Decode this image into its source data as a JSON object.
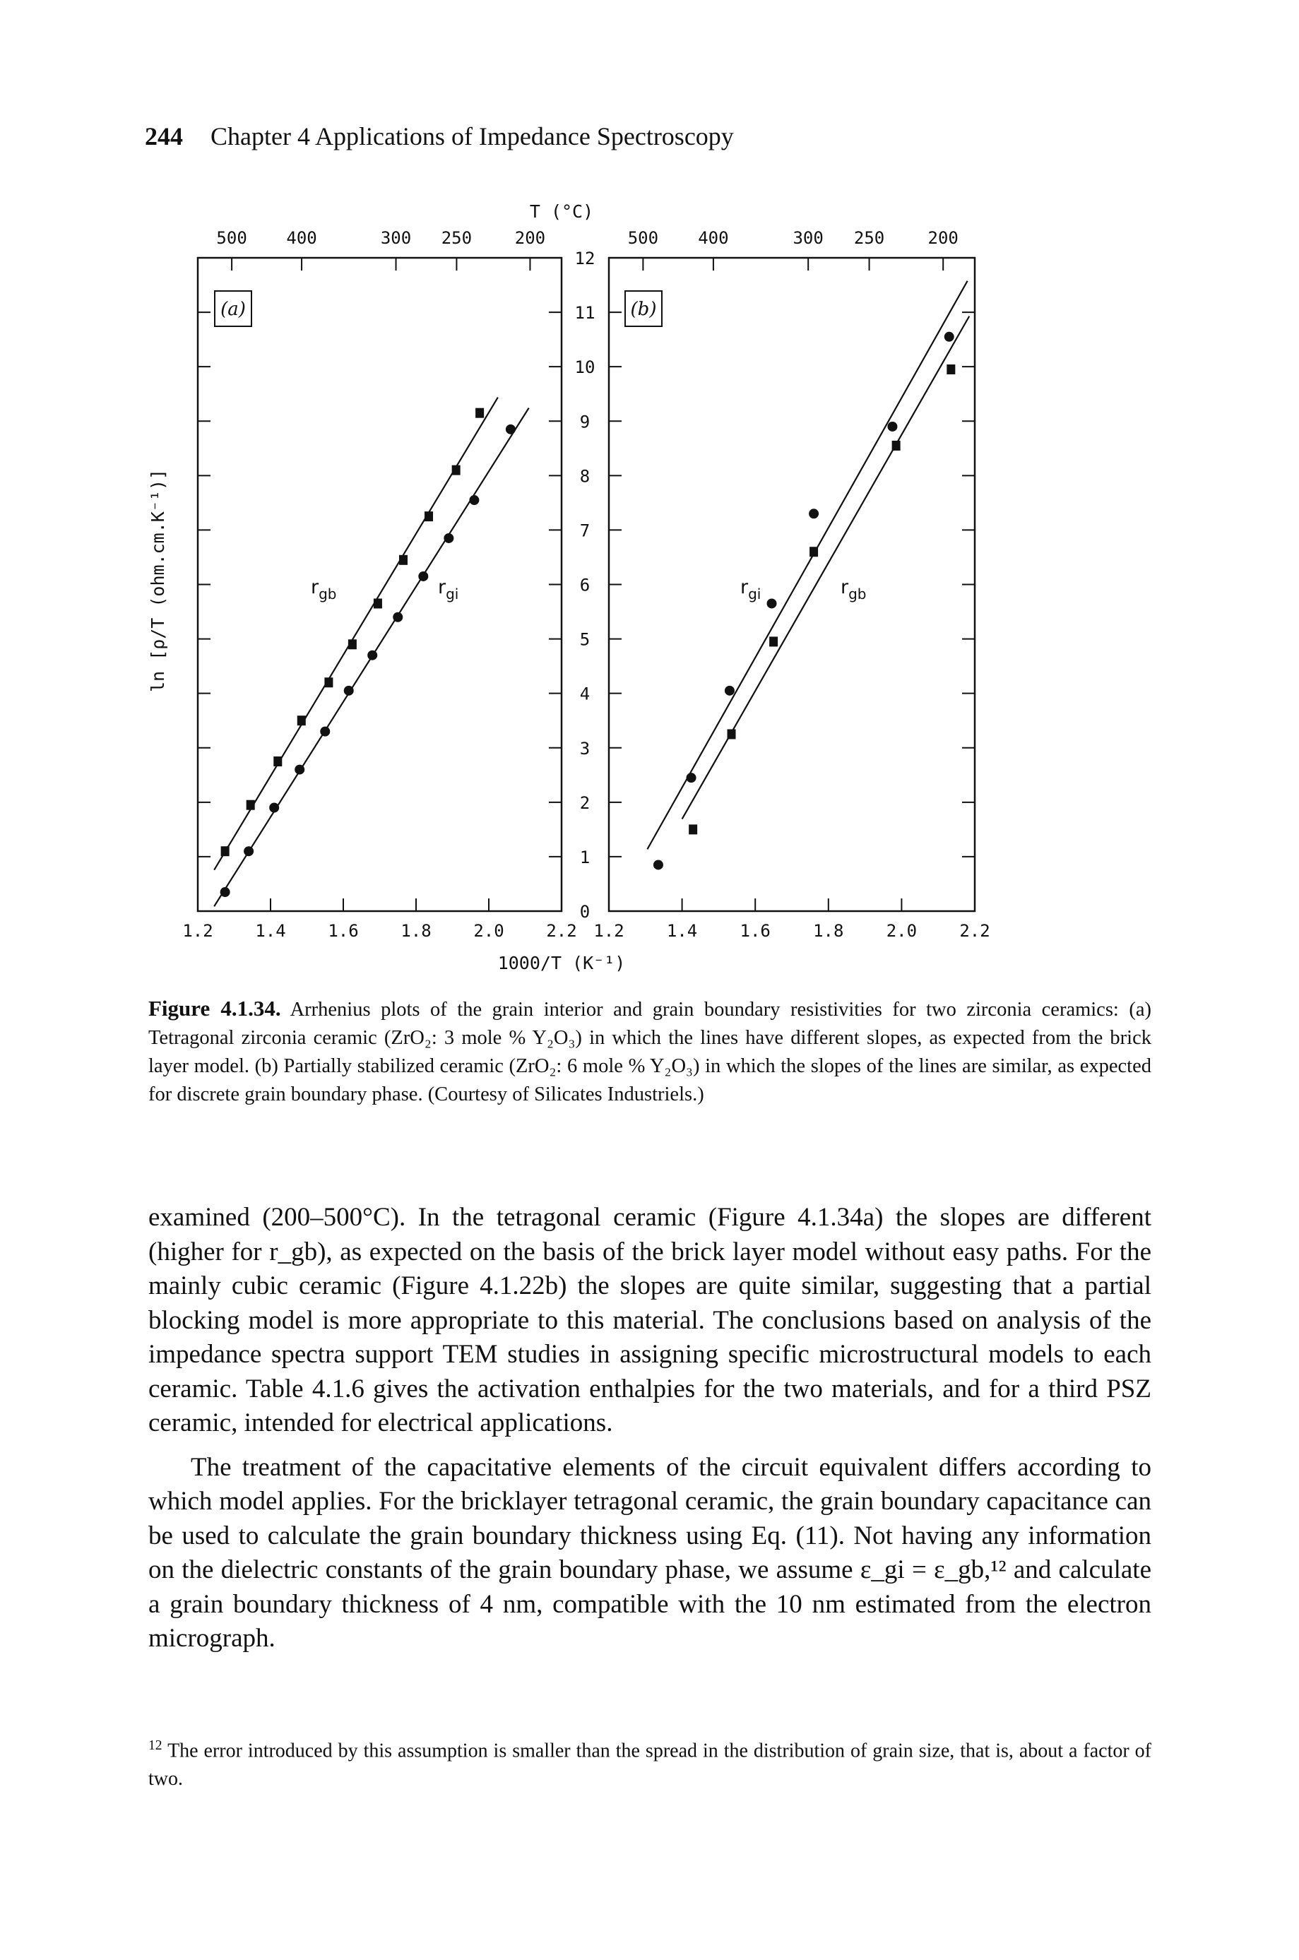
{
  "header": {
    "page_number": "244",
    "chapter_title": "Chapter 4   Applications of Impedance Spectroscopy"
  },
  "figure": {
    "top_axis_title": "T (°C)",
    "bottom_axis_title": "1000/T (K⁻¹)",
    "y_axis_title": "ln [ρ/T (ohm.cm.K⁻¹)]",
    "panel_a_label": "(a)",
    "panel_b_label": "(b)",
    "panel_a_labels": {
      "gb": "r",
      "gb_sub": "gb",
      "gi": "r",
      "gi_sub": "gi"
    },
    "panel_b_labels": {
      "gi": "r",
      "gi_sub": "gi",
      "gb": "r",
      "gb_sub": "gb"
    }
  },
  "chart_data": [
    {
      "type": "scatter",
      "title": "(a)",
      "xlabel": "1000/T (K⁻¹)",
      "ylabel": "ln [ρ/T (ohm.cm.K⁻¹)]",
      "top_axis_label": "T (°C)",
      "top_ticks": [
        "500",
        "400",
        "300",
        "250",
        "200"
      ],
      "top_tick_values_celsius": [
        500,
        400,
        300,
        250,
        200
      ],
      "x_ticks": [
        "1.2",
        "1.4",
        "1.6",
        "1.8",
        "2.0",
        "2.2"
      ],
      "y_ticks": [
        "0",
        "1",
        "2",
        "3",
        "4",
        "5",
        "6",
        "7",
        "8",
        "9",
        "10",
        "11",
        "12"
      ],
      "xlim": [
        1.2,
        2.2
      ],
      "ylim": [
        0,
        12
      ],
      "series": [
        {
          "name": "r_gb",
          "marker": "square",
          "x": [
            1.275,
            1.345,
            1.42,
            1.485,
            1.56,
            1.625,
            1.695,
            1.765,
            1.835,
            1.91,
            1.975
          ],
          "y": [
            1.1,
            1.95,
            2.75,
            3.5,
            4.2,
            4.9,
            5.65,
            6.45,
            7.25,
            8.1,
            9.15
          ]
        },
        {
          "name": "r_gi",
          "marker": "circle",
          "x": [
            1.275,
            1.34,
            1.41,
            1.48,
            1.55,
            1.615,
            1.68,
            1.75,
            1.82,
            1.89,
            1.96,
            2.06
          ],
          "y": [
            0.35,
            1.1,
            1.9,
            2.6,
            3.3,
            4.05,
            4.7,
            5.4,
            6.15,
            6.85,
            7.55,
            8.85
          ]
        }
      ]
    },
    {
      "type": "scatter",
      "title": "(b)",
      "xlabel": "1000/T (K⁻¹)",
      "ylabel": "ln [ρ/T (ohm.cm.K⁻¹)]",
      "top_axis_label": "T (°C)",
      "top_ticks": [
        "500",
        "400",
        "300",
        "250",
        "200"
      ],
      "top_tick_values_celsius": [
        500,
        400,
        300,
        250,
        200
      ],
      "x_ticks": [
        "1.2",
        "1.4",
        "1.6",
        "1.8",
        "2.0",
        "2.2"
      ],
      "y_ticks": [
        "0",
        "1",
        "2",
        "3",
        "4",
        "5",
        "6",
        "7",
        "8",
        "9",
        "10",
        "11",
        "12"
      ],
      "xlim": [
        1.2,
        2.2
      ],
      "ylim": [
        0,
        12
      ],
      "series": [
        {
          "name": "r_gi",
          "marker": "circle",
          "x": [
            1.335,
            1.425,
            1.53,
            1.645,
            1.76,
            1.975,
            2.13
          ],
          "y": [
            0.85,
            2.45,
            4.05,
            5.65,
            7.3,
            8.9,
            10.55
          ]
        },
        {
          "name": "r_gb",
          "marker": "square",
          "x": [
            1.43,
            1.535,
            1.65,
            1.76,
            1.985,
            2.135
          ],
          "y": [
            1.5,
            3.25,
            4.95,
            6.6,
            8.55,
            9.95
          ]
        }
      ]
    }
  ],
  "caption": {
    "label": "Figure 4.1.34.",
    "text": "Arrhenius plots of the grain interior and grain boundary resistivities for two zirconia ceramics: (a) Tetragonal zirconia ceramic (ZrO₂: 3 mole % Y₂O₃) in which the lines have different slopes, as expected from the brick layer model. (b) Partially stabilized ceramic (ZrO₂: 6 mole % Y₂O₃) in which the slopes of the lines are similar, as expected for discrete grain boundary phase. (Courtesy of Silicates Industriels.)"
  },
  "body": {
    "p1": "examined (200–500°C). In the tetragonal ceramic (Figure 4.1.34a) the slopes are different (higher for r_gb), as expected on the basis of the brick layer model without easy paths. For the mainly cubic ceramic (Figure 4.1.22b) the slopes are quite similar, suggesting that a partial blocking model is more appropriate to this material. The conclusions based on analysis of the impedance spectra support TEM studies in assigning specific microstructural models to each ceramic. Table 4.1.6 gives the activation enthalpies for the two materials, and for a third PSZ ceramic, intended for electrical applications.",
    "p2": "The treatment of the capacitative elements of the circuit equivalent differs according to which model applies. For the bricklayer tetragonal ceramic, the grain boundary capacitance can be used to calculate the grain boundary thickness using Eq. (11). Not having any information on the dielectric constants of the grain boundary phase, we assume ε_gi = ε_gb,¹² and calculate a grain boundary thickness of 4 nm, compatible with the 10 nm estimated from the electron micrograph."
  },
  "footnote": {
    "marker": "12",
    "text": "The error introduced by this assumption is smaller than the spread in the distribution of grain size, that is, about a factor of two."
  }
}
